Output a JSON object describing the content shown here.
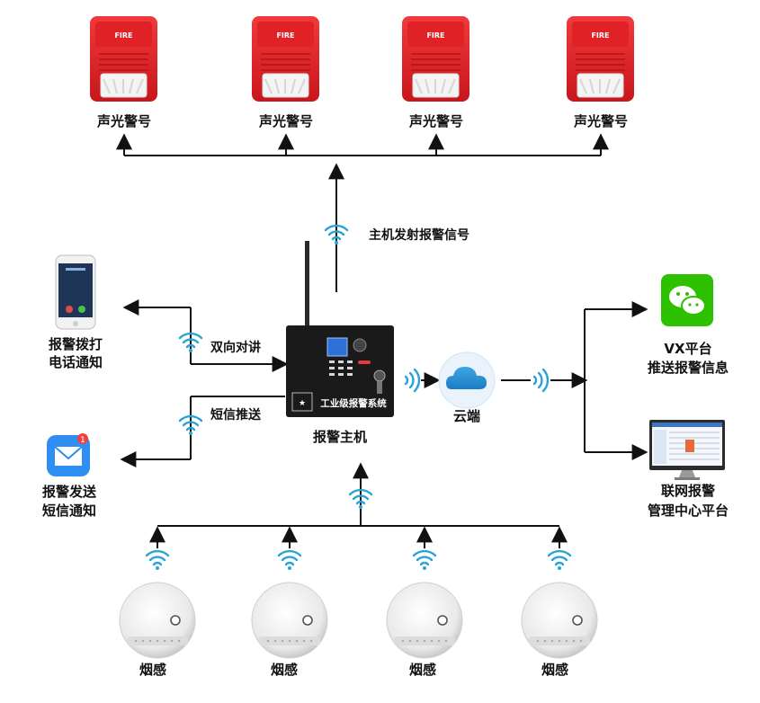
{
  "sirens": {
    "fire_text": "FIRE",
    "label": "声光警号",
    "count": 4
  },
  "host": {
    "label": "报警主机",
    "panel_text": "工业级报警系统"
  },
  "links": {
    "host_to_sirens": "主机发射报警信号",
    "phone_link": "双向对讲",
    "sms_link": "短信推送"
  },
  "phone": {
    "line1": "报警拨打",
    "line2": "电话通知"
  },
  "mail": {
    "line1": "报警发送",
    "line2": "短信通知",
    "badge": "1"
  },
  "cloud": {
    "label": "云端"
  },
  "wechat": {
    "line1": "VX平台",
    "line2": "推送报警信息"
  },
  "pc": {
    "line1": "联网报警",
    "line2": "管理中心平台"
  },
  "smoke": {
    "label": "烟感",
    "count": 4
  },
  "colors": {
    "siren_red": "#e8262a",
    "wifi_blue": "#29a3d6",
    "wechat_green": "#2dc100",
    "mail_blue": "#2e8ef2",
    "host_black": "#1a1a1a"
  }
}
